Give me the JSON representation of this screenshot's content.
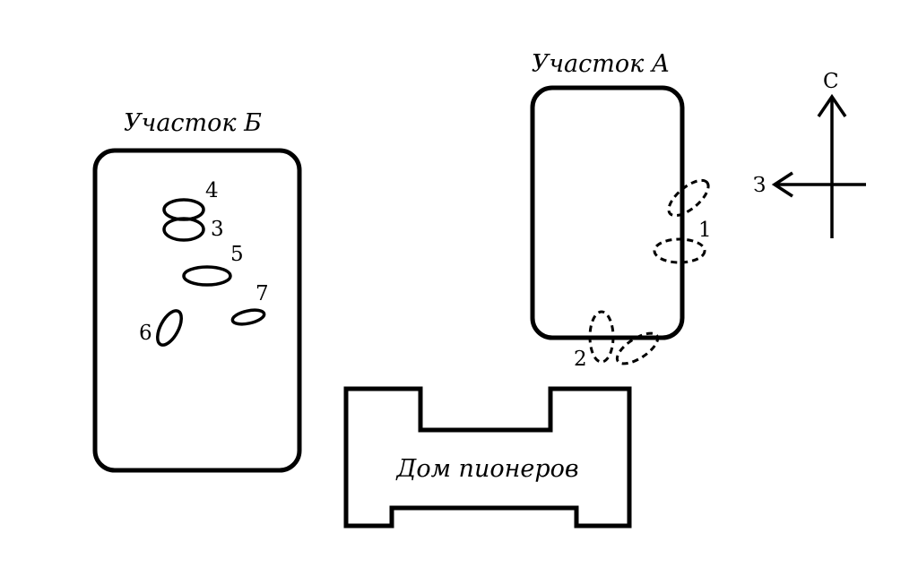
{
  "plot_a": {
    "label": "Участок А",
    "marks": [
      "1",
      "2"
    ]
  },
  "plot_b": {
    "label": "Участок Б",
    "marks": [
      "4",
      "3",
      "5",
      "7",
      "6"
    ]
  },
  "building": {
    "label": "Дом пионеров"
  },
  "compass": {
    "north": "С",
    "west": "З"
  }
}
